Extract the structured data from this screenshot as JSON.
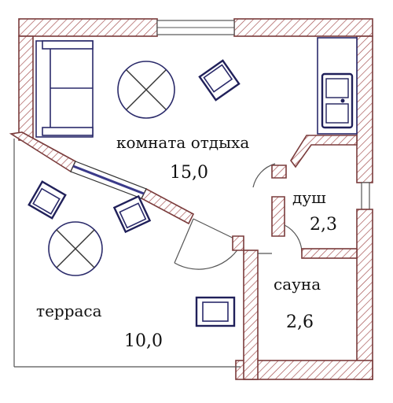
{
  "rooms": {
    "rest_room": {
      "name": "комната отдыха",
      "area": "15,0"
    },
    "shower": {
      "name": "душ",
      "area": "2,3"
    },
    "sauna": {
      "name": "сауна",
      "area": "2,6"
    },
    "terrace": {
      "name": "терраса",
      "area": "10,0"
    }
  },
  "colors": {
    "wall": "#7a3b3b",
    "furniture": "#2a2a6a",
    "glass": "#3a3a8a"
  }
}
